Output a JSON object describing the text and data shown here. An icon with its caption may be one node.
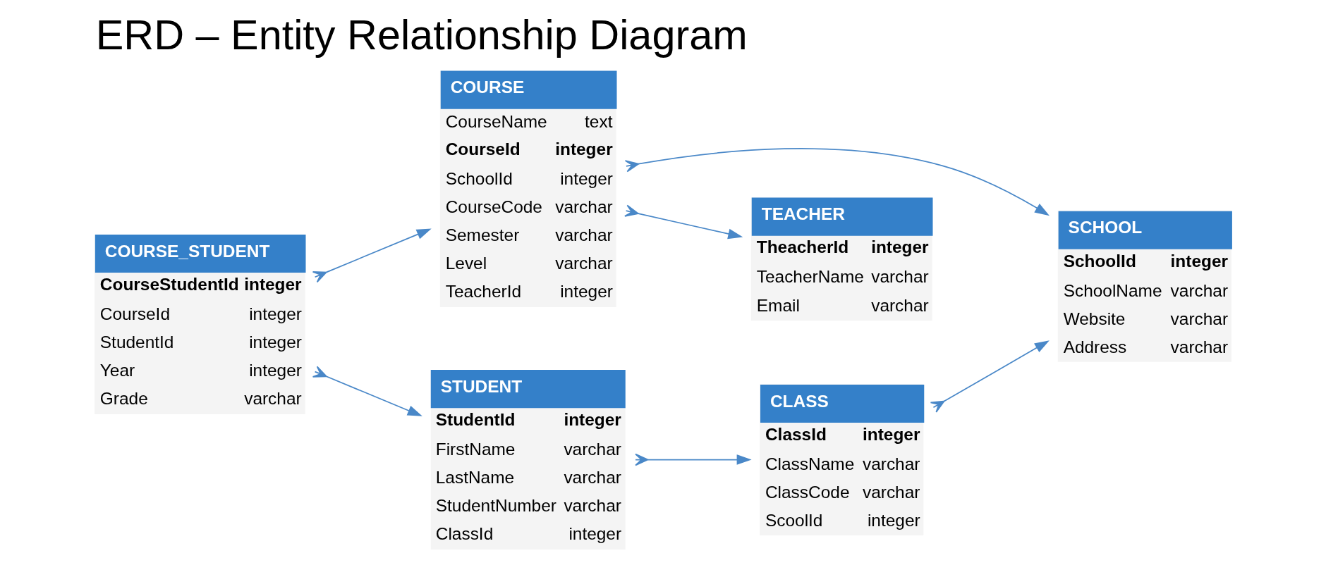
{
  "diagram": {
    "title": "ERD – Entity Relationship Diagram",
    "nodes": [
      {
        "text": [
          "COURSE",
          "CourseName",
          "text",
          "CourseId",
          "integer",
          "SchoolId",
          "integer",
          "CourseCode",
          "varchar",
          "Semester",
          "varchar",
          "Level",
          "varchar",
          "TeacherId",
          "integer"
        ]
      },
      {
        "text": [
          "SCHOOL",
          "SchoolId",
          "integer",
          "SchoolName",
          "varchar",
          "Website",
          "varchar",
          "Address",
          "varchar"
        ]
      },
      {
        "text": [
          "TEACHER",
          "TheacherId",
          "integer",
          "TeacherName",
          "varchar",
          "Email",
          "varchar"
        ]
      },
      {
        "text": [
          "COURSE_STUDENT",
          "CourseStudentId",
          "integer",
          "CourseId",
          "integer",
          "StudentId",
          "integer",
          "Year",
          "integer",
          "Grade",
          "varchar"
        ]
      },
      {
        "text": [
          "STUDENT",
          "StudentId",
          "integer",
          "FirstName",
          "varchar",
          "LastName",
          "varchar",
          "StudentNumber",
          "varchar",
          "ClassId",
          "integer"
        ]
      },
      {
        "text": [
          "CLASS",
          "ClassId",
          "integer",
          "ClassName",
          "varchar",
          "ClassCode",
          "varchar",
          "ScoolId",
          "integer"
        ]
      }
    ],
    "edges": [
      {
        "from": 0,
        "to": 1,
        "arrow": "to"
      },
      {
        "from": 0,
        "to": 2,
        "arrow": "to"
      },
      {
        "from": 5,
        "to": 1,
        "arrow": "to"
      },
      {
        "from": 3,
        "to": 0,
        "arrow": "to"
      },
      {
        "from": 3,
        "to": 4,
        "arrow": "to"
      },
      {
        "from": 4,
        "to": 5,
        "arrow": "to"
      }
    ]
  }
}
